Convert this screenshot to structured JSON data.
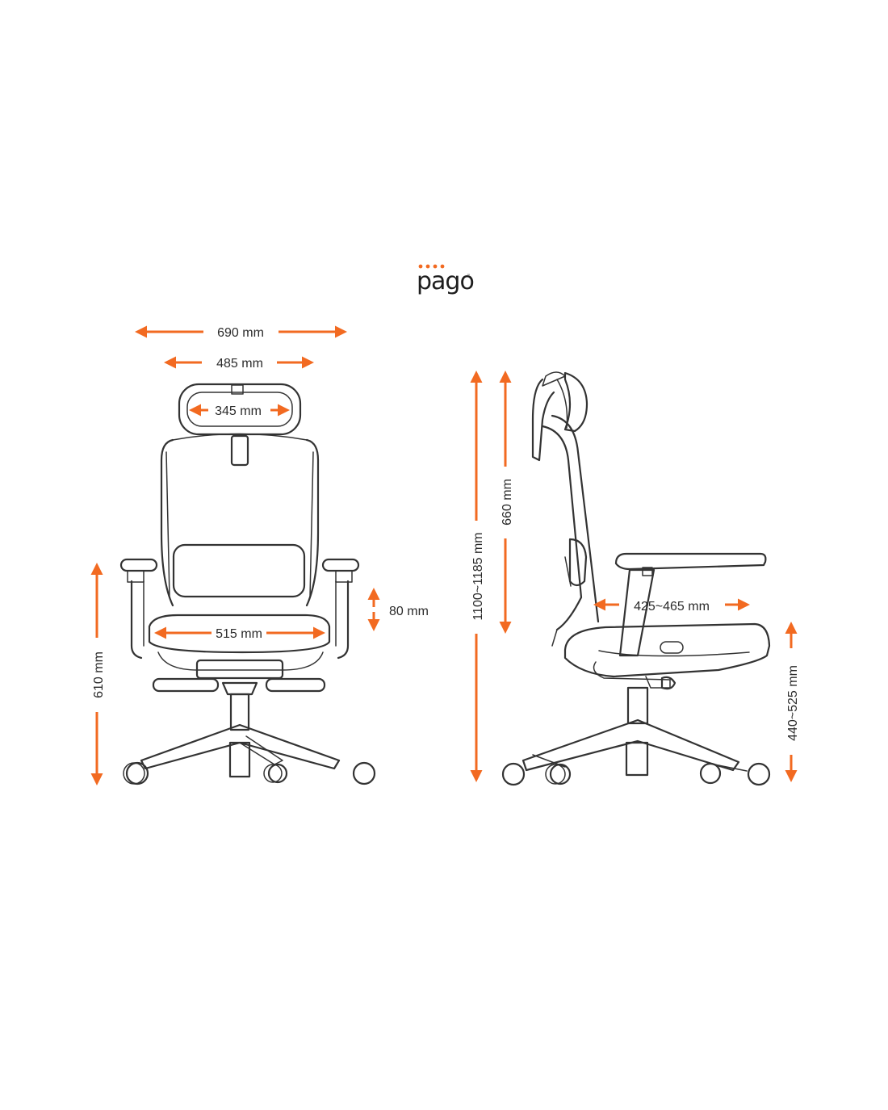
{
  "brand": {
    "logo_text": "pago",
    "logo_dot_color": "#f26a21",
    "trademark": "™"
  },
  "colors": {
    "accent": "#f26a21",
    "line": "#333333"
  },
  "front_view": {
    "overall_width": "690 mm",
    "back_width": "485 mm",
    "headrest_width": "345 mm",
    "seat_width": "515 mm",
    "armrest_adjust": "80 mm",
    "armrest_height": "610 mm"
  },
  "side_view": {
    "total_height": "1100~1185 mm",
    "backrest_height": "660 mm",
    "seat_depth": "425~465 mm",
    "seat_height": "440~525 mm"
  }
}
